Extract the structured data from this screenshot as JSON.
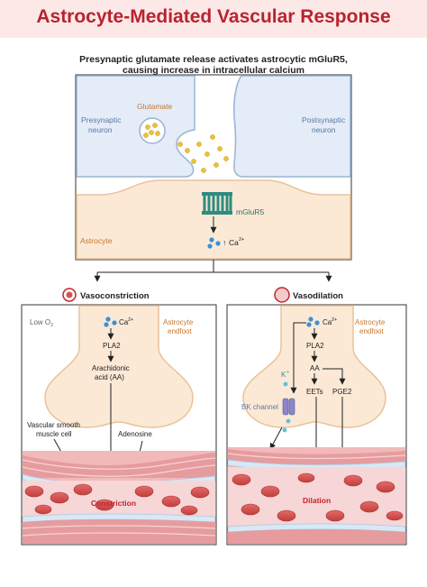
{
  "title": "Astrocyte-Mediated Vascular Response",
  "caption_line1": "Presynaptic glutamate release activates astrocytic mGluR5,",
  "caption_line2": "causing increase in intracellular calcium",
  "top_panel": {
    "presynaptic_1": "Presynaptic",
    "presynaptic_2": "neuron",
    "postsynaptic_1": "Postsynaptic",
    "postsynaptic_2": "neuron",
    "glutamate": "Glutamate",
    "mglur5": "mGluR5",
    "astrocyte": "Astrocyte",
    "ca": "Ca",
    "ca_sup": "2+",
    "arrow_up": "↑"
  },
  "left_panel": {
    "heading": "Vasoconstriction",
    "low_o2": "Low O",
    "low_o2_sub": "2",
    "ca": "Ca",
    "ca_sup": "2+",
    "endfoot_1": "Astrocyte",
    "endfoot_2": "endfoot",
    "pla2": "PLA2",
    "aa_1": "Arachidonic",
    "aa_2": "acid (AA)",
    "smc_1": "Vascular smooth",
    "smc_2": "muscle cell",
    "adenosine": "Adenosine",
    "vessel_label": "Constriction"
  },
  "right_panel": {
    "heading": "Vasodilation",
    "ca": "Ca",
    "ca_sup": "2+",
    "endfoot_1": "Astrocyte",
    "endfoot_2": "endfoot",
    "pla2": "PLA2",
    "aa": "AA",
    "k": "K",
    "k_sup": "+",
    "bk": "BK channel",
    "eets": "EETs",
    "pge2": "PGE2",
    "vessel_label": "Dilation"
  },
  "colors": {
    "title": "#b8232f",
    "title_bg": "#fde8e8",
    "neuron_fill": "#e3ecf7",
    "neuron_stroke": "#9ab3d4",
    "astro_fill": "#fbe9d5",
    "astro_stroke": "#e9c29a",
    "label_blue": "#5a7aa5",
    "label_orange": "#c8762c",
    "mglur": "#2e8c80",
    "calcium": "#3b8fd8",
    "glutamate": "#e8c23a",
    "vessel_wall": "#e9a0a2",
    "vessel_lumen": "#f6d6d6",
    "rbc": "#d9504f",
    "red_label": "#c0262f"
  }
}
